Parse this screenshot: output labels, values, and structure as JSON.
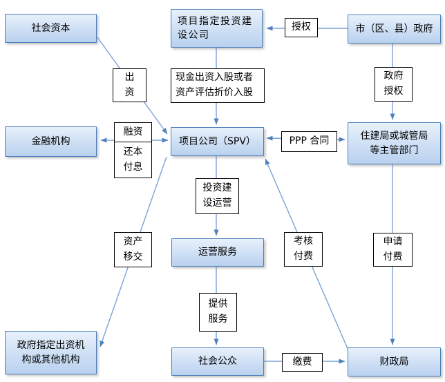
{
  "nodes": {
    "social_capital": {
      "label": "社会资本"
    },
    "designated_company": {
      "label": "项目指定投资建\n设公司"
    },
    "city_government": {
      "label": "市（区、县）政府"
    },
    "financial_institution": {
      "label": "金融机构"
    },
    "spv": {
      "label": "项目公司（SPV）"
    },
    "housing_bureau": {
      "label": "住建局或城管局\n等主管部门"
    },
    "operation_service": {
      "label": "运营服务"
    },
    "social_public": {
      "label": "社会公众"
    },
    "gov_designated_institution": {
      "label": "政府指定出资机\n构或其他机构"
    },
    "finance_bureau": {
      "label": "财政局"
    }
  },
  "edge_labels": {
    "authorize": "授权",
    "contribute": "出\n资",
    "cash_or_asset_equity": "现金出资入股或者\n资产评估折价入股",
    "government_authorize": "政府\n授权",
    "financing": "融资",
    "repay_principal_interest": "还本\n付息",
    "ppp_contract": "PPP 合同",
    "invest_build_operate": "投资建\n设运营",
    "asset_transfer": "资产\n移交",
    "assessment_payment": "考核\n付费",
    "apply_payment": "申请\n付费",
    "provide_service": "提供\n服务",
    "pay_fee": "缴费"
  },
  "colors": {
    "node_border": "#4a7ebb",
    "node_fill_top": "#e8f1fb",
    "node_fill_bottom": "#b9d1ee",
    "line": "#7ba2d6",
    "arrowhead": "#4f81bd"
  }
}
